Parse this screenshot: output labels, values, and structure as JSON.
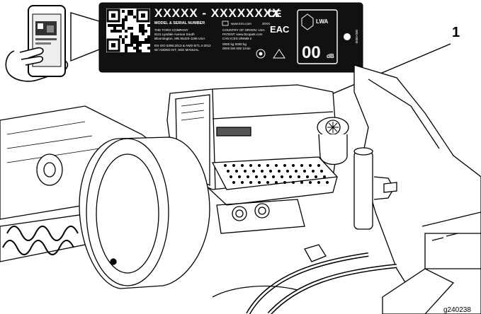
{
  "label": {
    "model_serial": "XXXXX - XXXXXXXX",
    "model_serial_heading": "MODEL & SERIAL NUMBER",
    "company": [
      "THE TORO COMPANY",
      "8111 Lyndale Avenue South",
      "Bloomington, MN 55420-1196 USA"
    ],
    "standards": [
      "EN ISO 5395:2013 & ANSI B71.4-2012",
      "W/ ADDED KIT, SEE MANUAL"
    ],
    "website": "www.toro.com",
    "year": "20XX",
    "country": "COUNTRY OF ORIGIN: USA",
    "patent": "PATENT: www.ttcopats.com",
    "can_ices": "CAN ICES-2/NMB-2",
    "weight_1": "0000 kg   0000 kg",
    "weight_2": "0000 kW   000 1/min",
    "ce_mark": "CE",
    "eac_mark": "EAC",
    "lwa_symbol": "LWA",
    "db_value": "00",
    "db_unit": "dB",
    "part_number": "000-0000"
  },
  "callout": {
    "number": "1"
  },
  "figure_id": "g240238"
}
